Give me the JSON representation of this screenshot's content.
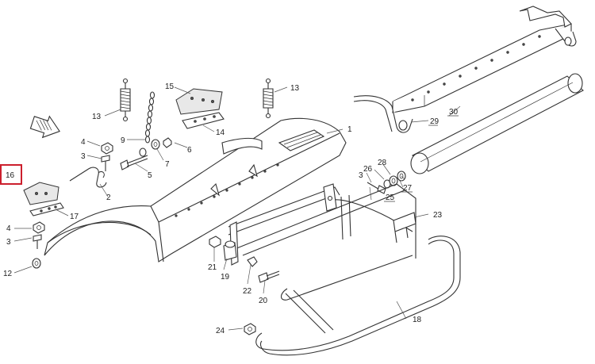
{
  "callouts": {
    "c1": "1",
    "c2": "2",
    "c3a": "3",
    "c3b": "3",
    "c3c": "3",
    "c4a": "4",
    "c4b": "4",
    "c5": "5",
    "c6": "6",
    "c7": "7",
    "c9": "9",
    "c12": "12",
    "c13a": "13",
    "c13b": "13",
    "c14": "14",
    "c15": "15",
    "c16": "16",
    "c17": "17",
    "c18": "18",
    "c19": "19",
    "c20": "20",
    "c21": "21",
    "c22": "22",
    "c23": "23",
    "c24": "24",
    "c25": "25",
    "c26": "26",
    "c27": "27",
    "c28": "28",
    "c29": "29",
    "c30": "30"
  },
  "colors": {
    "highlight": "#cc1f2d",
    "line": "#333333"
  },
  "icons": {
    "direction_arrow": "hatched-arrow-icon"
  }
}
